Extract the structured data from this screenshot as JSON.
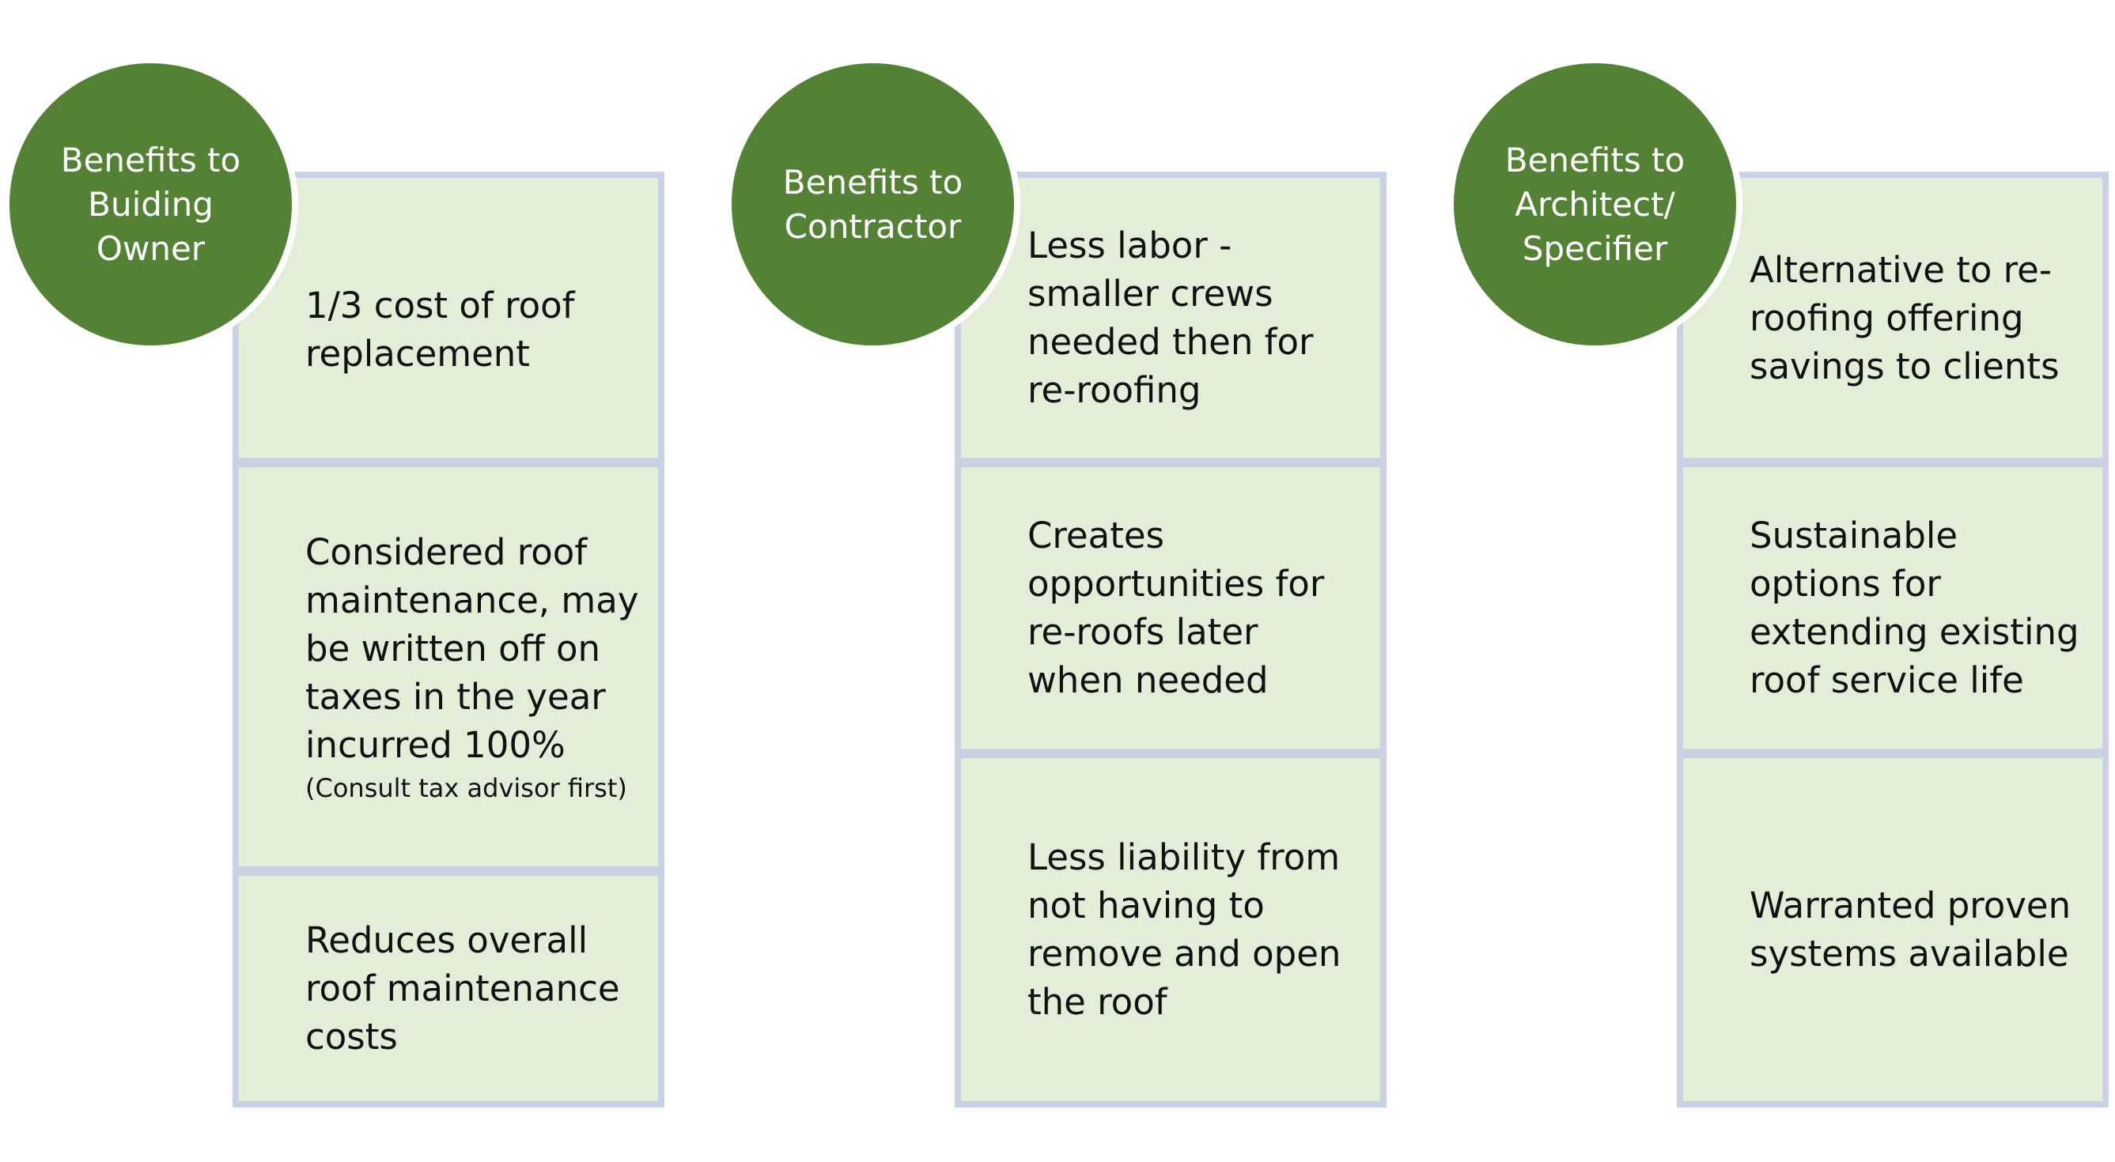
{
  "colors": {
    "circle": "#548235",
    "cell_fill": "#e3eed9",
    "cell_border": "#c9d1e4"
  },
  "columns": [
    {
      "header": "Benefits to Buiding Owner",
      "items": [
        {
          "text": "1/3 cost of roof replacement"
        },
        {
          "text": "Considered roof maintenance, may be written off on taxes in the year incurred 100%",
          "note": "(Consult tax advisor first)"
        },
        {
          "text": "Reduces overall roof maintenance costs"
        }
      ]
    },
    {
      "header": "Benefits to Contractor",
      "items": [
        {
          "text": "Less labor - smaller crews needed then for re-roofing"
        },
        {
          "text": "Creates opportunities for re-roofs later when needed"
        },
        {
          "text": "Less liability from not having to remove and open the roof"
        }
      ]
    },
    {
      "header": "Benefits to Architect/ Specifier",
      "items": [
        {
          "text": "Alternative to re-roofing offering savings to clients"
        },
        {
          "text": "Sustainable options for extending existing roof service life"
        },
        {
          "text": "Warranted proven systems available"
        }
      ]
    }
  ]
}
